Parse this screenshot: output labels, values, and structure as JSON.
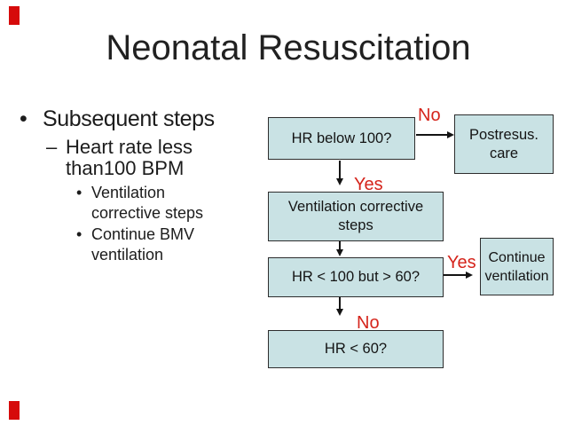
{
  "slide": {
    "title": "Neonatal Resuscitation"
  },
  "outline": {
    "bullet_l1": "•",
    "item1": "Subsequent steps",
    "bullet_l2": "–",
    "item2": "Heart rate less\nthan100 BPM",
    "bullet_l3": "•",
    "item3a": "Ventilation\ncorrective steps",
    "item3b": "Continue BMV\nventilation"
  },
  "flowchart": {
    "box_hr_below_100": "HR below 100?",
    "box_postresus": "Postresus.\ncare",
    "box_vent_corrective": "Ventilation corrective\nsteps",
    "box_hr_100_60": "HR < 100 but > 60?",
    "box_continue_vent": "Continue\nventilation",
    "box_hr_60": "HR < 60?",
    "label_no_1": "No",
    "label_yes_1": "Yes",
    "label_yes_2": "Yes",
    "label_no_2": "No"
  },
  "colors": {
    "box_fill": "#c9e2e4",
    "box_border": "#2d2d2d",
    "decision_label_red": "#d5241b",
    "accent_bar_red": "#d60b0b",
    "text": "#1c1c1c"
  }
}
